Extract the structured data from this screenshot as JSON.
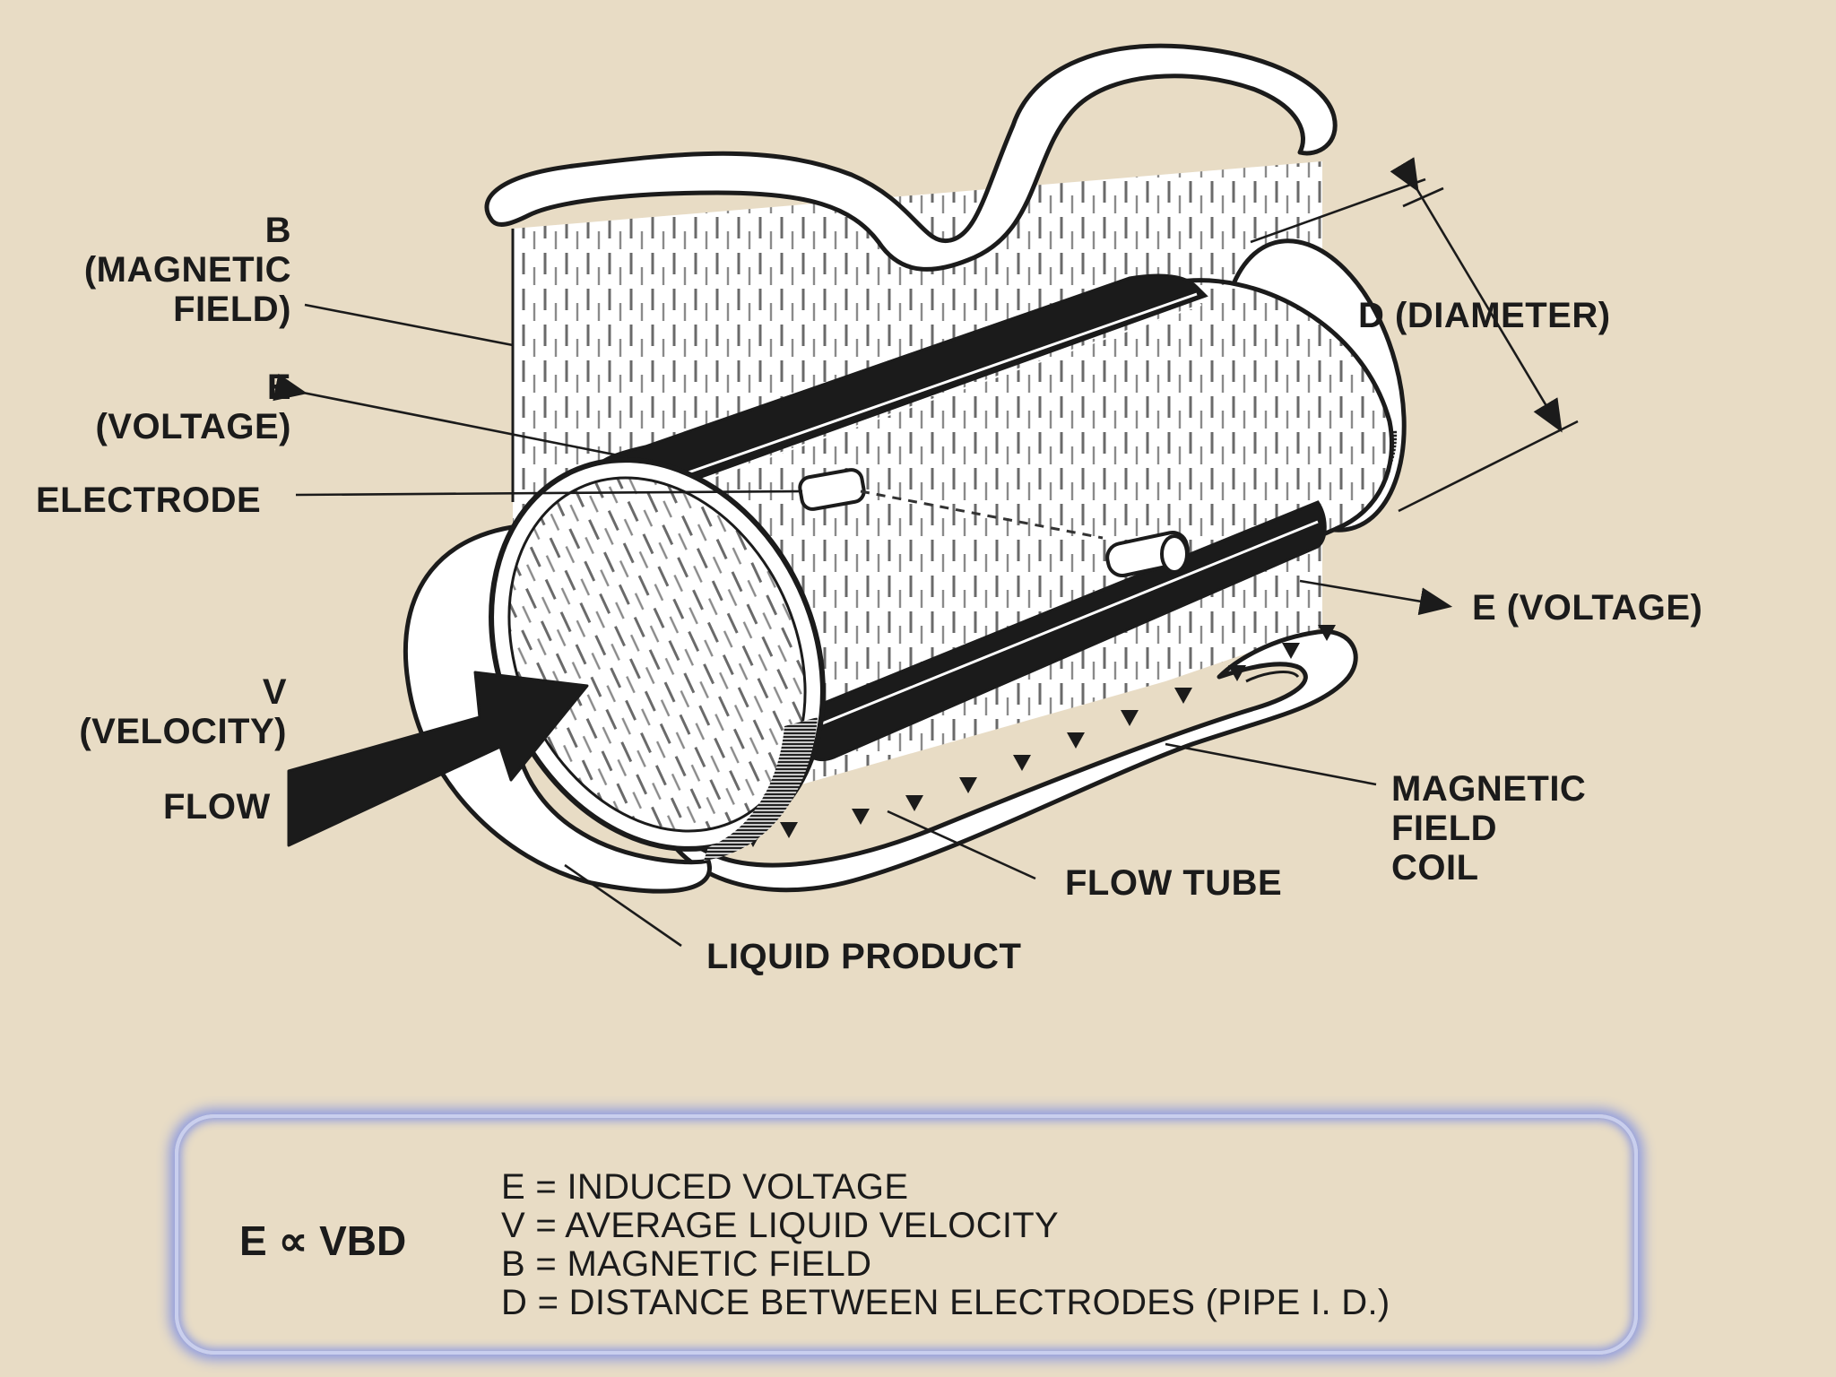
{
  "labels": {
    "magnetic_field": [
      "B",
      "(MAGNETIC",
      "FIELD)"
    ],
    "voltage_left": [
      "E",
      "(VOLTAGE)"
    ],
    "electrode": "ELECTRODE",
    "velocity": [
      "V",
      "(VELOCITY)"
    ],
    "flow": "FLOW",
    "diameter": "D (DIAMETER)",
    "voltage_right": "E (VOLTAGE)",
    "coil": [
      "MAGNETIC",
      "FIELD",
      "COIL"
    ],
    "flow_tube": "FLOW TUBE",
    "liquid_product": "LIQUID PRODUCT"
  },
  "formula_box": {
    "formula": "E ∝ VBD",
    "definitions": [
      "E = INDUCED VOLTAGE",
      "V = AVERAGE LIQUID VELOCITY",
      "B = MAGNETIC FIELD",
      "D = DISTANCE BETWEEN ELECTRODES (PIPE I. D.)"
    ]
  },
  "colors": {
    "background": "#e8dcc5",
    "ink": "#1b1b1b",
    "box_glow": "#8e9be0"
  }
}
